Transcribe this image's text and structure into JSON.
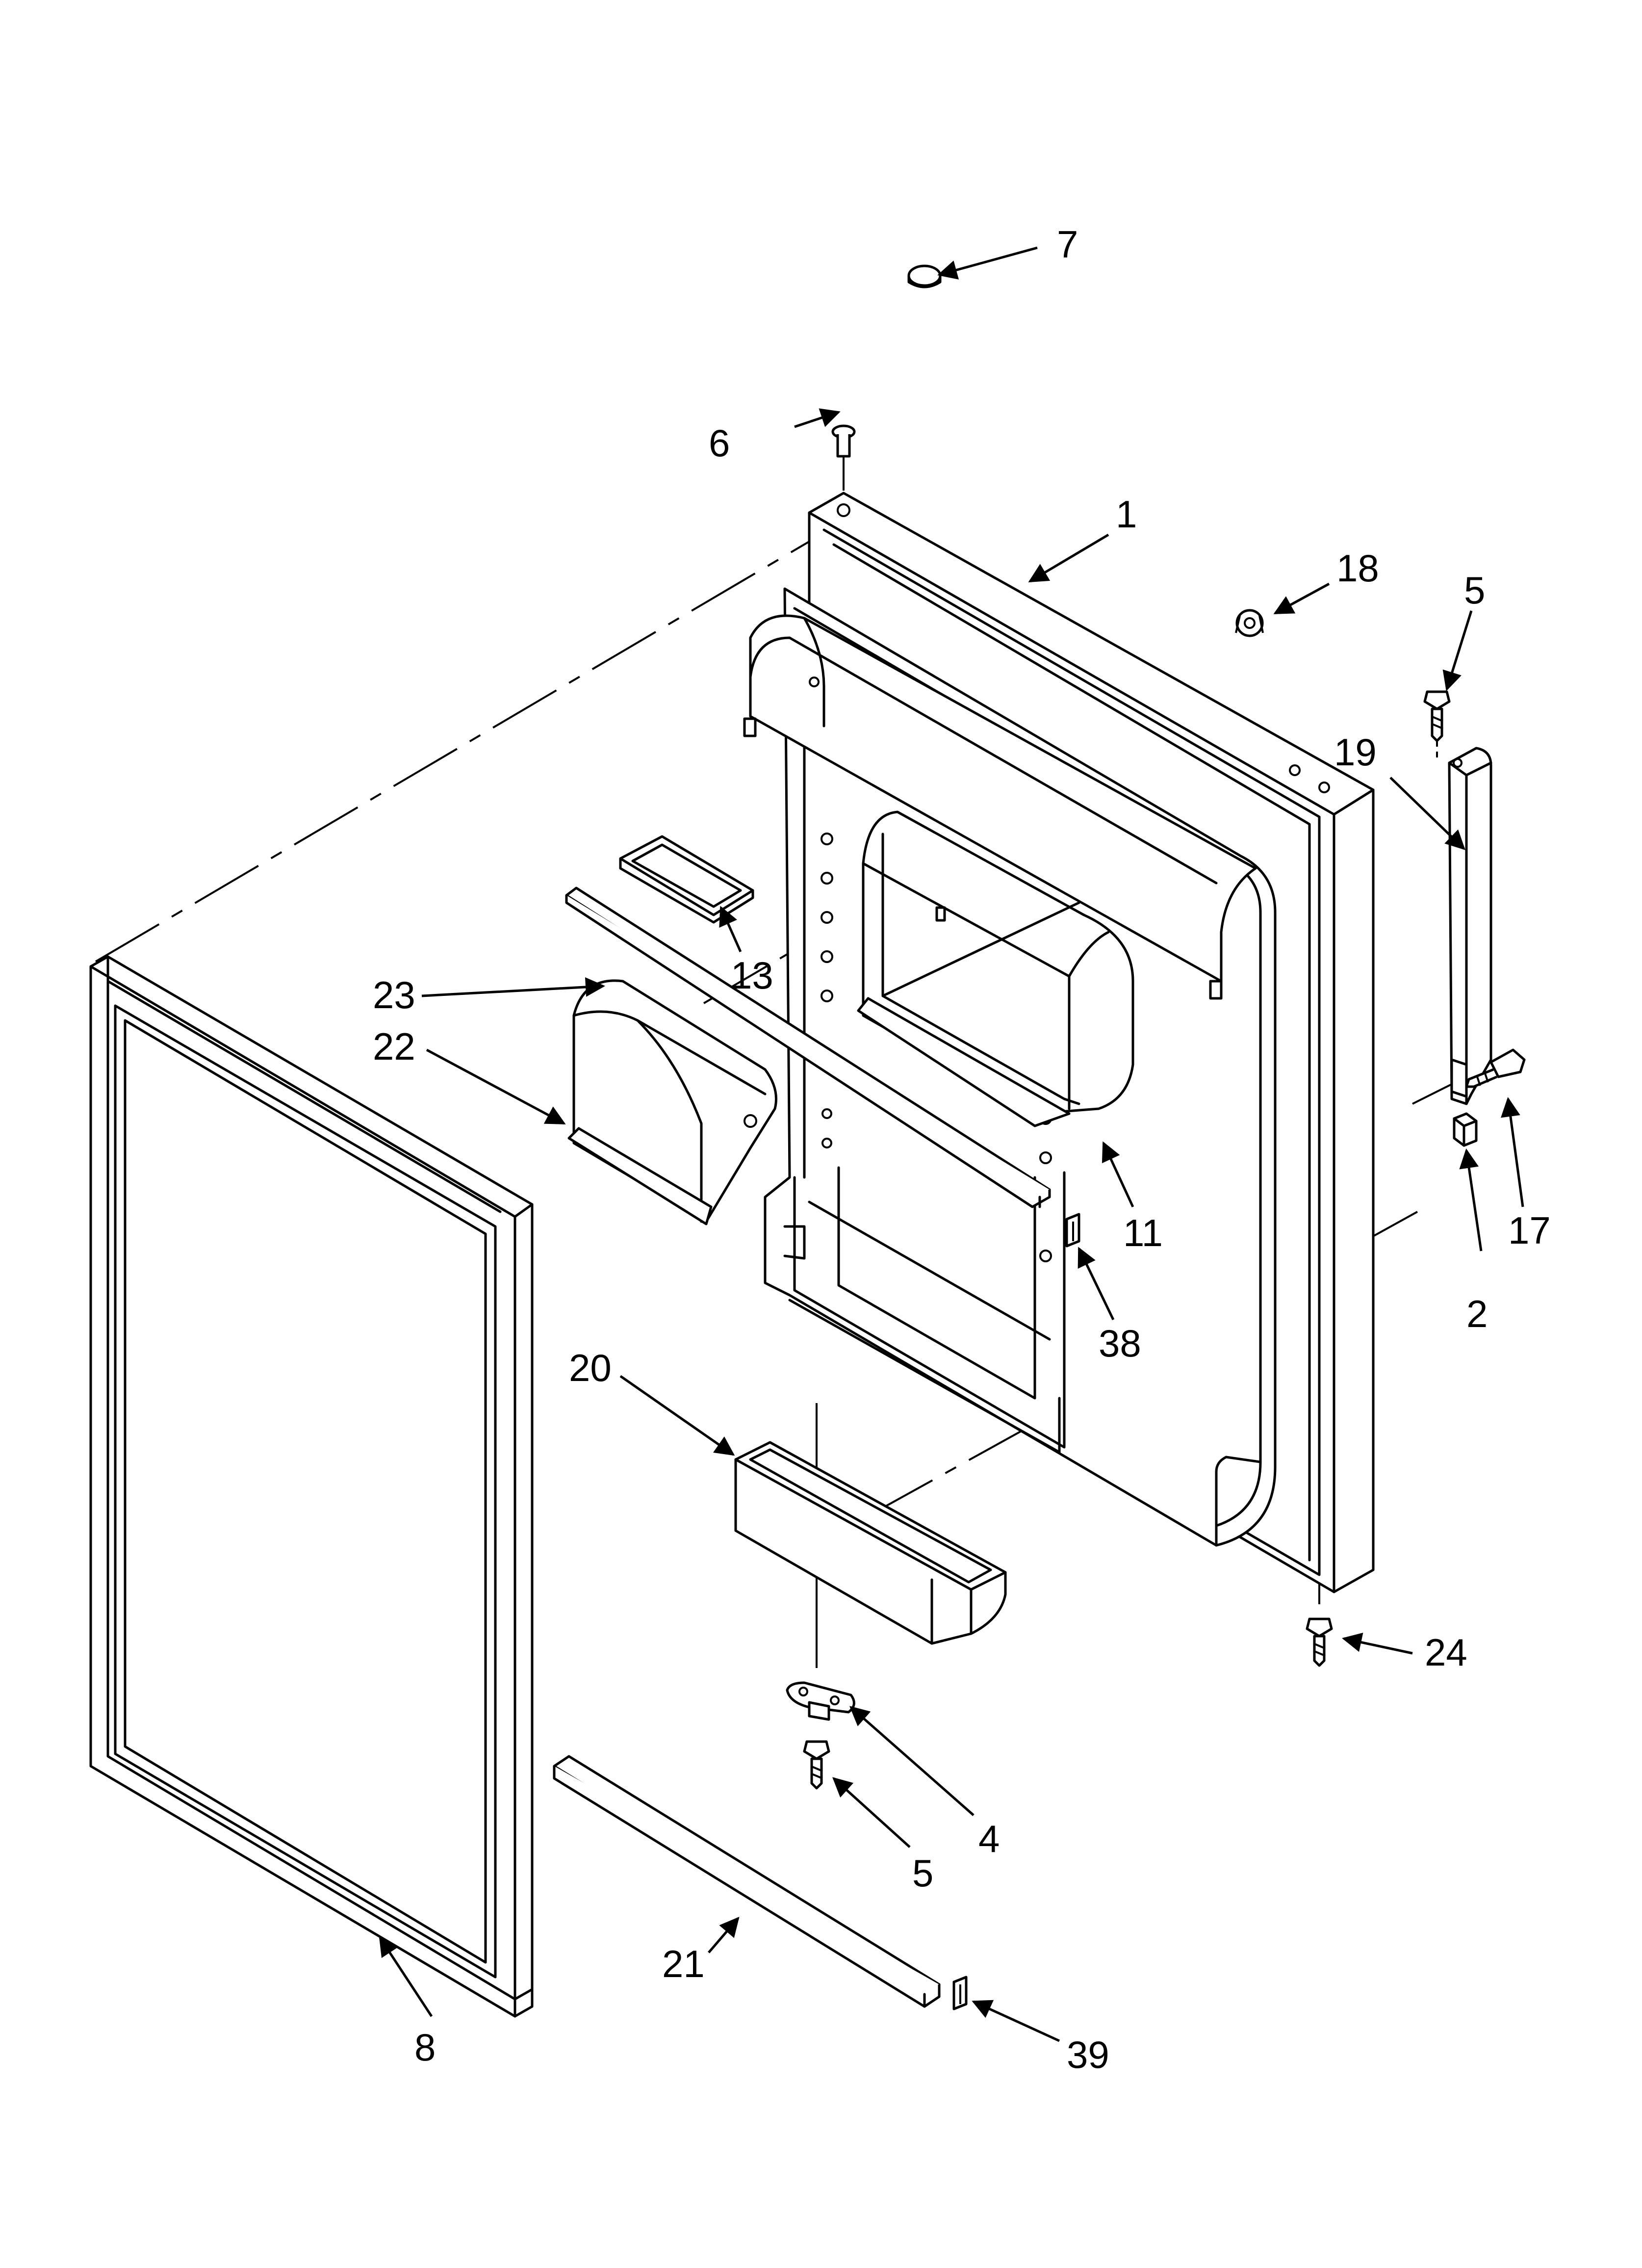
{
  "diagram": {
    "callouts": {
      "c1": "1",
      "c2": "2",
      "c4": "4",
      "c5a": "5",
      "c5b": "5",
      "c6": "6",
      "c7": "7",
      "c8": "8",
      "c11": "11",
      "c13": "13",
      "c17": "17",
      "c18": "18",
      "c19": "19",
      "c20": "20",
      "c21": "21",
      "c22": "22",
      "c23": "23",
      "c24": "24",
      "c38": "38",
      "c39": "39"
    }
  }
}
